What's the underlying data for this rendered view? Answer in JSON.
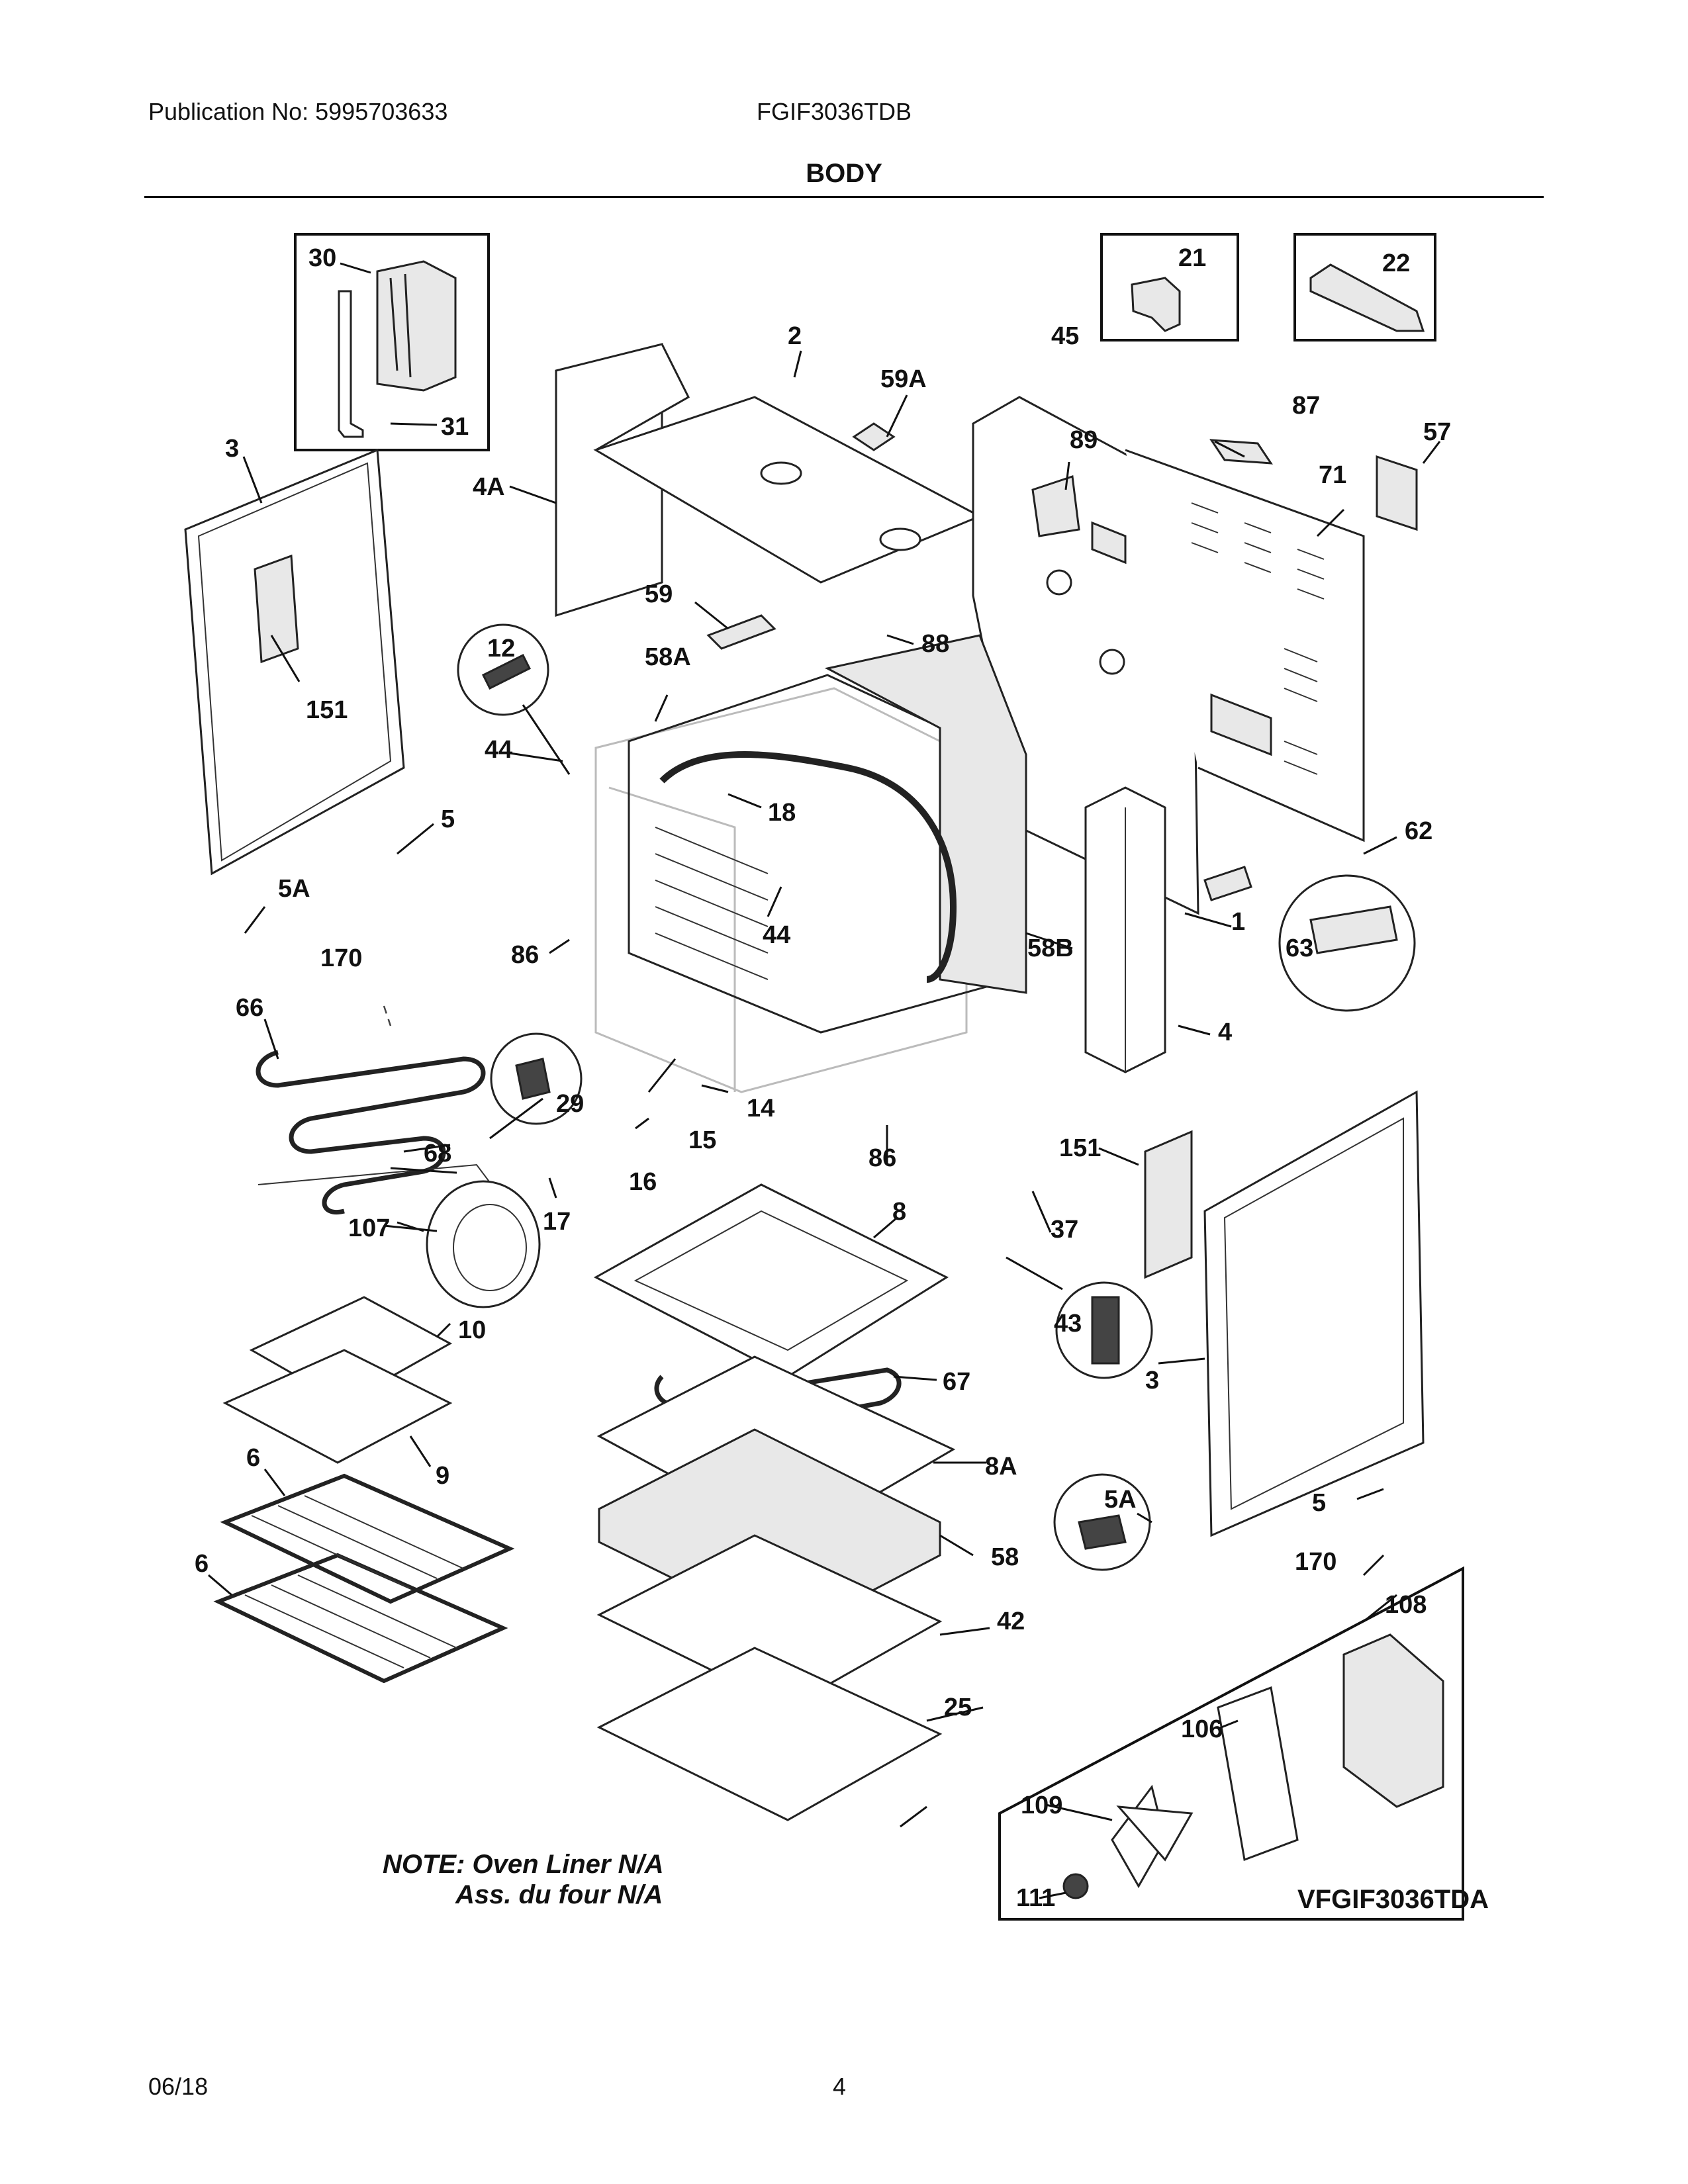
{
  "header": {
    "publication": "Publication No: 5995703633",
    "model": "FGIF3036TDB"
  },
  "title": "BODY",
  "footer": {
    "date": "06/18",
    "page": "4"
  },
  "note": {
    "line1": "NOTE: Oven Liner N/A",
    "line2": "Ass. du four N/A"
  },
  "variant_label": "VFGIF3036TDA",
  "part_labels": [
    "30",
    "31",
    "3",
    "4A",
    "2",
    "59A",
    "21",
    "22",
    "45",
    "87",
    "89",
    "57",
    "71",
    "59",
    "88",
    "12",
    "58A",
    "151",
    "44",
    "18",
    "44",
    "5",
    "62",
    "5A",
    "86",
    "170",
    "63",
    "66",
    "58B",
    "1",
    "4",
    "29",
    "14",
    "68",
    "15",
    "86",
    "16",
    "151",
    "17",
    "37",
    "107",
    "8",
    "43",
    "10",
    "67",
    "3",
    "9",
    "8A",
    "5A",
    "6",
    "5",
    "58",
    "170",
    "6",
    "42",
    "108",
    "25",
    "106",
    "109",
    "111"
  ]
}
